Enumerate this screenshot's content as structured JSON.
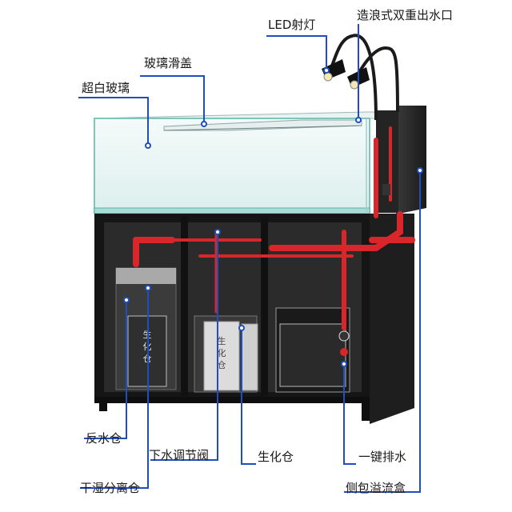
{
  "labels": {
    "led_spotlight": "LED射灯",
    "wave_outlet": "造浪式双重出水口",
    "glass_slide_cover": "玻璃滑盖",
    "ultra_clear_glass": "超白玻璃",
    "return_chamber": "反水仓",
    "down_water_valve": "下水调节阀",
    "bio_chamber": "生化仓",
    "one_key_drain": "一键排水",
    "wet_dry_separator": "干湿分离仓",
    "side_overflow_box": "侧包溢流盒"
  },
  "box_text": {
    "bio_left": [
      "生",
      "化",
      "仓"
    ],
    "bio_middle": [
      "生",
      "化",
      "仓"
    ]
  },
  "colors": {
    "callout_line": "#1f4fbf",
    "pipe_red": "#d8262b",
    "cabinet_black": "#151515",
    "glass_tint": "#cfe9e6"
  }
}
